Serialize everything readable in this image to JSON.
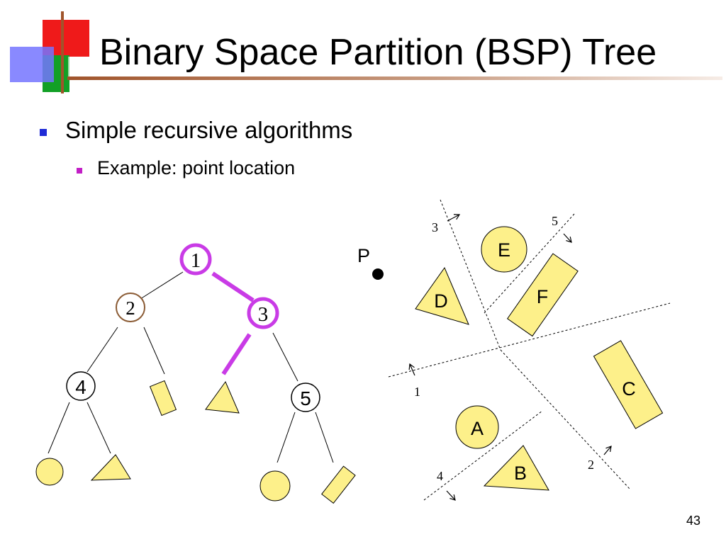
{
  "slide": {
    "title": "Binary Space Partition (BSP) Tree",
    "bullets": [
      {
        "text": "Simple recursive algorithms"
      },
      {
        "text": "Example: point location"
      }
    ],
    "page_number": "43"
  },
  "colors": {
    "shape_fill": "#fdf08a",
    "highlight": "#c93be6",
    "node2_stroke": "#8a5a33",
    "bullet_level1": "#1f2bd6",
    "bullet_level2": "#c21ec6"
  },
  "tree": {
    "nodes": [
      "1",
      "2",
      "3",
      "4",
      "5"
    ]
  },
  "space": {
    "point_label": "P",
    "region_labels": [
      "A",
      "B",
      "C",
      "D",
      "E",
      "F"
    ],
    "line_labels": [
      "1",
      "2",
      "3",
      "4",
      "5"
    ]
  }
}
